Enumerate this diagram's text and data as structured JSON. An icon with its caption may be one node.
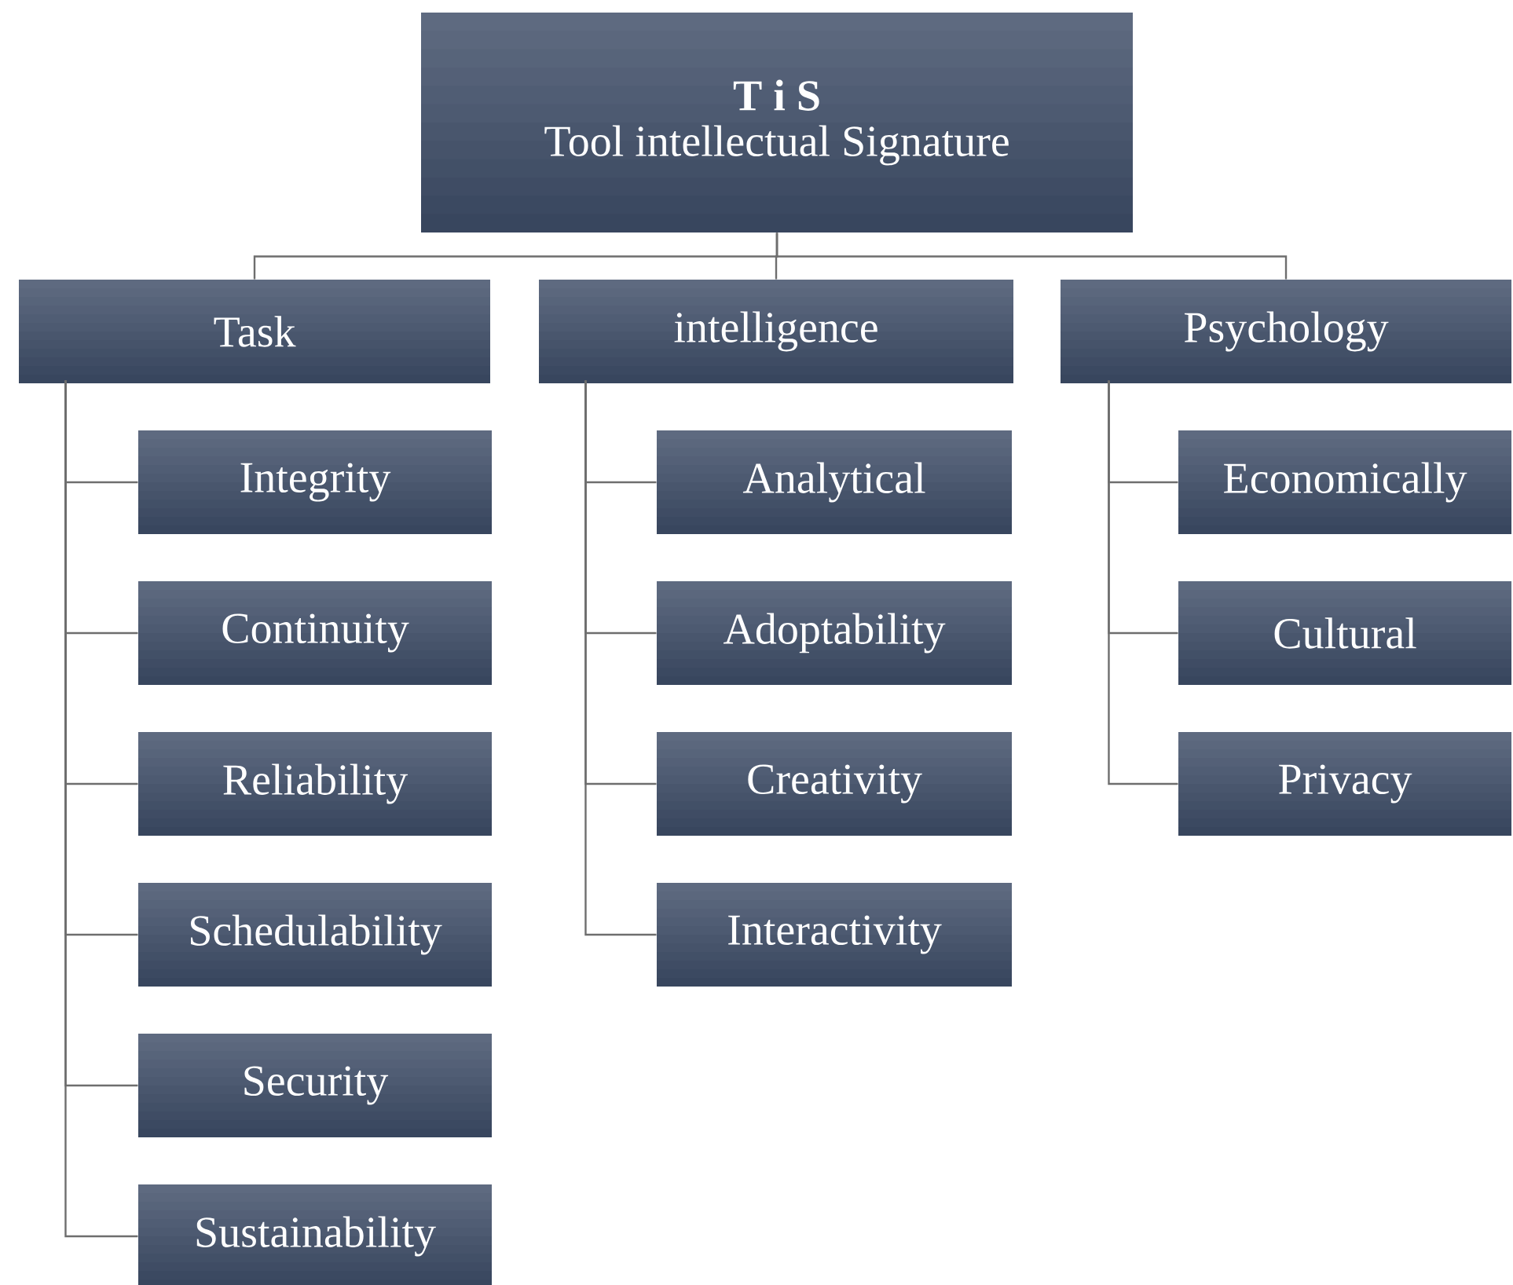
{
  "diagram": {
    "nodes": [
      {
        "text": [
          "T i S",
          "Tool intellectual Signature"
        ]
      },
      {
        "text": [
          "Task"
        ]
      },
      {
        "text": [
          "intelligence"
        ]
      },
      {
        "text": [
          "Psychology"
        ]
      },
      {
        "text": [
          "Integrity"
        ]
      },
      {
        "text": [
          "Continuity"
        ]
      },
      {
        "text": [
          "Reliability"
        ]
      },
      {
        "text": [
          "Schedulability"
        ]
      },
      {
        "text": [
          "Security"
        ]
      },
      {
        "text": [
          "Sustainability"
        ]
      },
      {
        "text": [
          "Analytical"
        ]
      },
      {
        "text": [
          "Adoptability"
        ]
      },
      {
        "text": [
          "Creativity"
        ]
      },
      {
        "text": [
          "Interactivity"
        ]
      },
      {
        "text": [
          "Economically"
        ]
      },
      {
        "text": [
          "Cultural"
        ]
      },
      {
        "text": [
          "Privacy"
        ]
      }
    ],
    "edges": [
      {
        "from": 0,
        "to": 1,
        "arrow": "none"
      },
      {
        "from": 0,
        "to": 2,
        "arrow": "none"
      },
      {
        "from": 0,
        "to": 3,
        "arrow": "none"
      },
      {
        "from": 1,
        "to": 4,
        "arrow": "none"
      },
      {
        "from": 1,
        "to": 5,
        "arrow": "none"
      },
      {
        "from": 1,
        "to": 6,
        "arrow": "none"
      },
      {
        "from": 1,
        "to": 7,
        "arrow": "none"
      },
      {
        "from": 1,
        "to": 8,
        "arrow": "none"
      },
      {
        "from": 1,
        "to": 9,
        "arrow": "none"
      },
      {
        "from": 2,
        "to": 10,
        "arrow": "none"
      },
      {
        "from": 2,
        "to": 11,
        "arrow": "none"
      },
      {
        "from": 2,
        "to": 12,
        "arrow": "none"
      },
      {
        "from": 2,
        "to": 13,
        "arrow": "none"
      },
      {
        "from": 3,
        "to": 14,
        "arrow": "none"
      },
      {
        "from": 3,
        "to": 15,
        "arrow": "none"
      },
      {
        "from": 3,
        "to": 16,
        "arrow": "none"
      }
    ]
  }
}
